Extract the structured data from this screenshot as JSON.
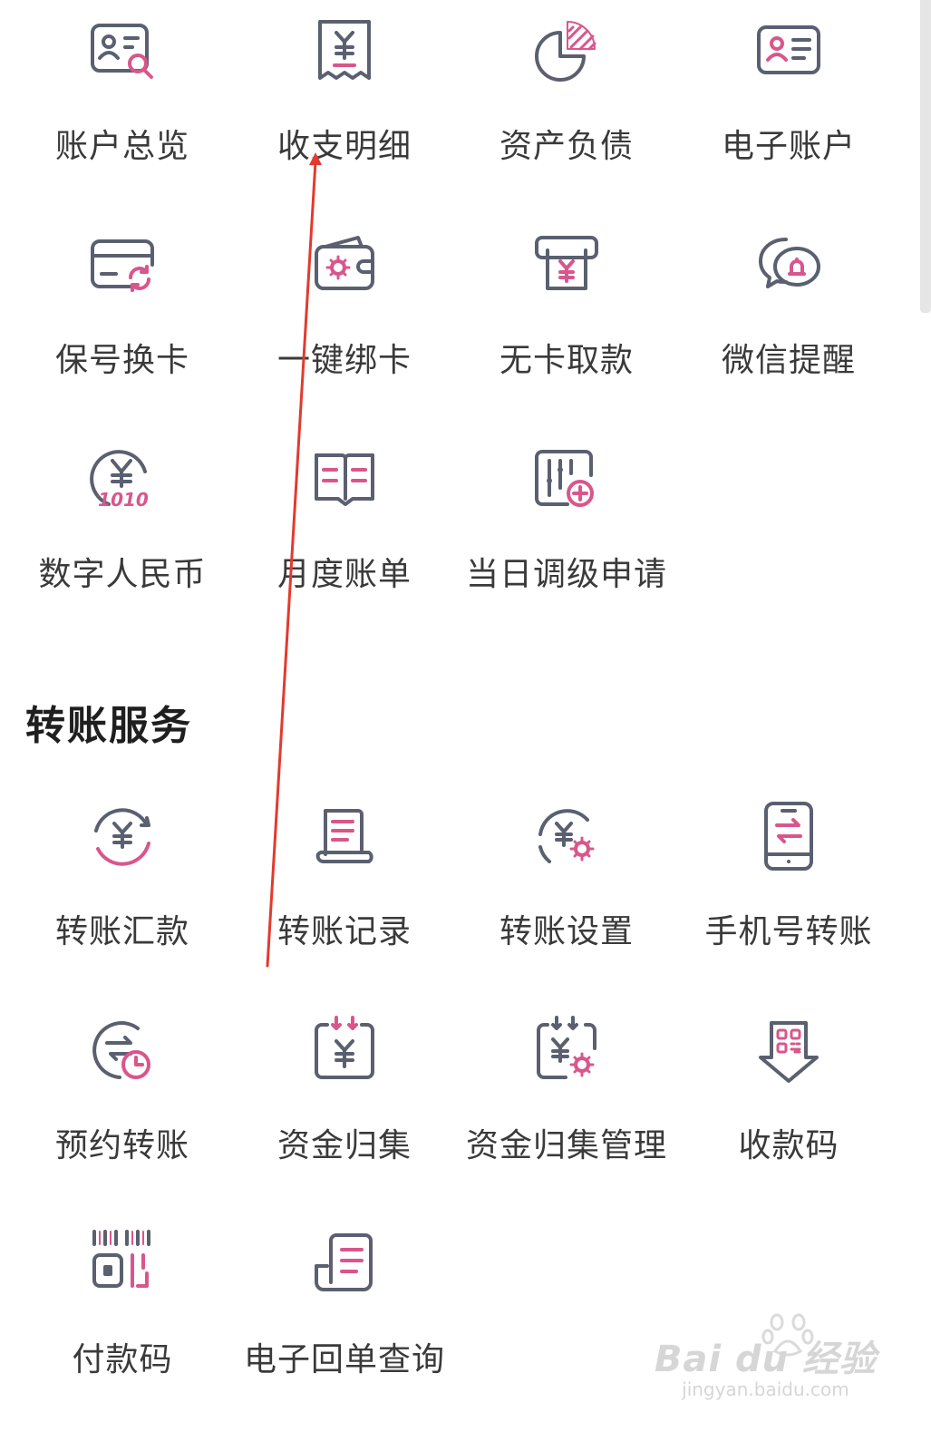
{
  "colors": {
    "icon_gray": "#5a6070",
    "icon_pink": "#d9568c",
    "text": "#3a3a3a",
    "annotation_red": "#e23a2e",
    "scrollbar": "#e6e6e6"
  },
  "account_services": {
    "items": [
      {
        "label": "账户总览",
        "icon": "account-overview-icon"
      },
      {
        "label": "收支明细",
        "icon": "receipt-yen-icon"
      },
      {
        "label": "资产负债",
        "icon": "pie-chart-icon"
      },
      {
        "label": "电子账户",
        "icon": "id-card-icon"
      },
      {
        "label": "保号换卡",
        "icon": "card-swap-icon"
      },
      {
        "label": "一键绑卡",
        "icon": "wallet-gear-icon"
      },
      {
        "label": "无卡取款",
        "icon": "atm-yen-icon"
      },
      {
        "label": "微信提醒",
        "icon": "chat-bell-icon"
      },
      {
        "label": "数字人民币",
        "icon": "digital-yuan-icon",
        "sublabel": "1010"
      },
      {
        "label": "月度账单",
        "icon": "book-icon"
      },
      {
        "label": "当日调级申请",
        "icon": "slider-plus-icon"
      }
    ]
  },
  "transfer_services": {
    "title": "转账服务",
    "items": [
      {
        "label": "转账汇款",
        "icon": "transfer-cycle-icon"
      },
      {
        "label": "转账记录",
        "icon": "record-scroll-icon"
      },
      {
        "label": "转账设置",
        "icon": "transfer-settings-icon"
      },
      {
        "label": "手机号转账",
        "icon": "phone-transfer-icon"
      },
      {
        "label": "预约转账",
        "icon": "scheduled-transfer-icon"
      },
      {
        "label": "资金归集",
        "icon": "fund-collect-icon"
      },
      {
        "label": "资金归集管理",
        "icon": "fund-collect-manage-icon"
      },
      {
        "label": "收款码",
        "icon": "receive-qr-icon"
      },
      {
        "label": "付款码",
        "icon": "pay-code-icon"
      },
      {
        "label": "电子回单查询",
        "icon": "e-receipt-icon"
      }
    ]
  },
  "watermark": {
    "logo": "Bai du 经验",
    "url": "jingyan.baidu.com"
  }
}
